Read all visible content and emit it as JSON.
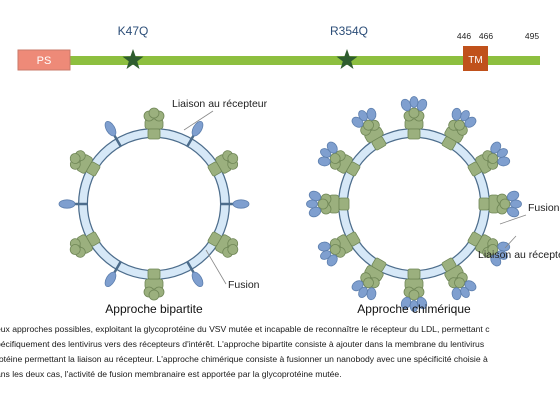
{
  "gene_bar": {
    "ps_label": "PS",
    "tm_label": "TM",
    "mutation_left": "K47Q",
    "mutation_right": "R354Q",
    "pos_446": "446",
    "pos_466": "466",
    "pos_495": "495"
  },
  "bipartite": {
    "title": "Approche bipartite",
    "label_receptor": "Liaison au récepteur",
    "label_fusion": "Fusion"
  },
  "chimeric": {
    "title": "Approche chimérique",
    "label_fusion": "Fusion",
    "label_receptor": "Liaison au récepte"
  },
  "caption": {
    "line1": "eux approches possibles, exploitant la glycoprotéine du VSV mutée et incapable de reconnaître le récepteur du LDL, permettant c",
    "line2": "pécifiquement des lentivirus vers des récepteurs d'intérêt. L'approche bipartite consiste à ajouter dans la membrane du lentivirus",
    "line3": "rotéine permettant la liaison au récepteur. L'approche chimérique consiste à fusionner un nanobody avec une spécificité choisie à",
    "line4": "ans les deux cas, l'activité de fusion membranaire est apportée par la glycoprotéine mutée."
  },
  "colors": {
    "bar": "#8dbf3f",
    "ps": "#ee8a78",
    "tm": "#c0511b",
    "star": "#2f5d2f",
    "membrane": "#cfe3f4",
    "membrane_edge": "#4d6d8c",
    "glyco": "#9bb07e",
    "nanobody": "#7f9fcf"
  }
}
